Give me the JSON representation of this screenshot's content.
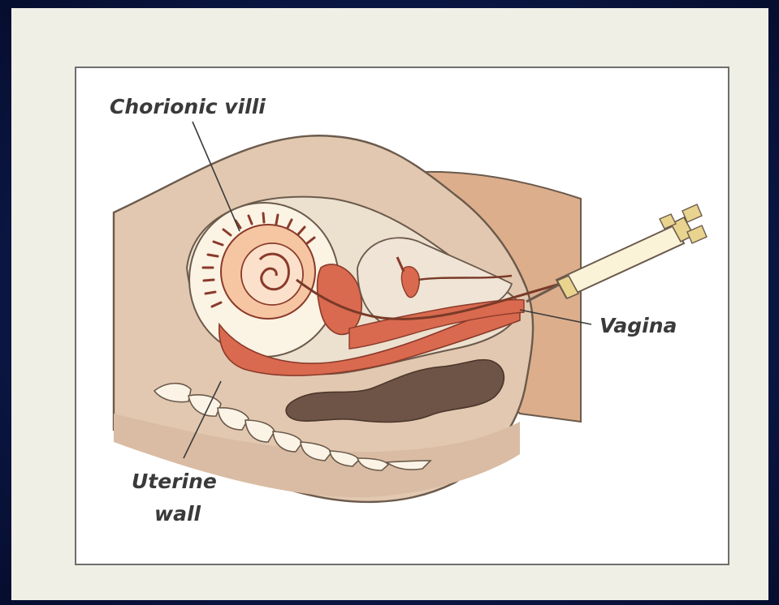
{
  "labels": {
    "chorionic_villi": "Chorionic villi",
    "vagina": "Vagina",
    "uterine_wall_line1": "Uterine",
    "uterine_wall_line2": "wall"
  },
  "colors": {
    "background": "#0b1848",
    "card": "#efefe6",
    "body_skin": "#e2c8b0",
    "body_outline": "#6b5a4c",
    "uterus_red": "#d96a4f",
    "bowel": "#6e5446",
    "spine": "#fbf4e6",
    "syringe": "#f3e7b8"
  }
}
